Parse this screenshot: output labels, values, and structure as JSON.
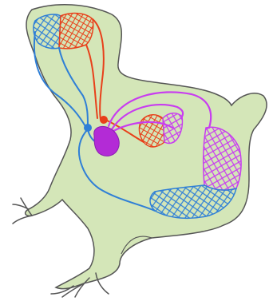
{
  "diagram": {
    "subject": "frog-circulatory-system",
    "colors": {
      "body_fill": "#d4e6b8",
      "outline": "#555555",
      "oxygenated": "#e8401a",
      "deoxygenated": "#2f7fd6",
      "mixed": "#c83cf0",
      "heart": "#b32bd6"
    },
    "icons": [
      "frog-silhouette",
      "heart",
      "capillary-network"
    ]
  }
}
